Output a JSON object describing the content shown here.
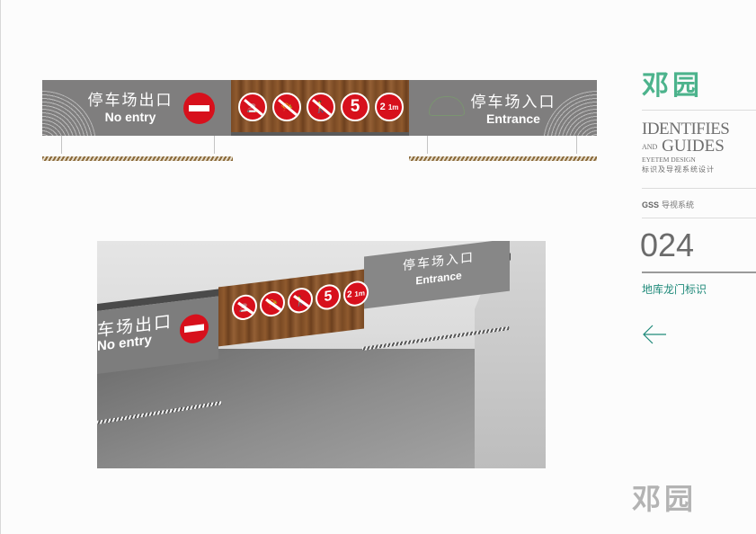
{
  "elevation": {
    "exit_panel": {
      "cn": "停车场出口",
      "en": "No entry",
      "icon": "no-entry-icon"
    },
    "entry_panel": {
      "cn": "停车场入口",
      "en": "Entrance",
      "icon": "fan-mark-icon"
    },
    "prohibition_signs": [
      {
        "icon": "no-smoking-icon",
        "label": ""
      },
      {
        "icon": "no-honking-icon",
        "label": ""
      },
      {
        "icon": "no-pedestrian-icon",
        "label": ""
      },
      {
        "icon": "speed-limit-icon",
        "label": "5"
      },
      {
        "icon": "height-limit-icon",
        "label": "2",
        "unit": "1m"
      }
    ]
  },
  "render": {
    "exit_panel": {
      "cn": "车场出口",
      "en": "No entry"
    },
    "entry_panel": {
      "cn": "停车场入口",
      "en": "Entrance"
    },
    "prohibition_signs": [
      {
        "icon": "no-smoking-icon",
        "label": ""
      },
      {
        "icon": "no-honking-icon",
        "label": ""
      },
      {
        "icon": "no-pedestrian-icon",
        "label": ""
      },
      {
        "icon": "speed-limit-icon",
        "label": "5"
      },
      {
        "icon": "height-limit-icon",
        "label": "2",
        "unit": "1m"
      }
    ]
  },
  "sidebar": {
    "brand": "邓园",
    "identifies_line1": "IDENTIFIES",
    "identifies_and": "AND",
    "identifies_line2": "GUIDES",
    "identifies_line3": "EYETEM DESIGN",
    "identifies_cn": "标识及导视系统设计",
    "gss_code": "GSS",
    "gss_label": "导视系统",
    "page_number": "024",
    "section_title": "地库龙门标识",
    "back_icon": "arrow-left-icon"
  },
  "footer": {
    "brand": "邓园"
  },
  "colors": {
    "accent_green": "#4cb38c",
    "teal_title": "#1f8a7a",
    "sign_red": "#d7101c",
    "panel_gray": "#7f7e7e"
  }
}
